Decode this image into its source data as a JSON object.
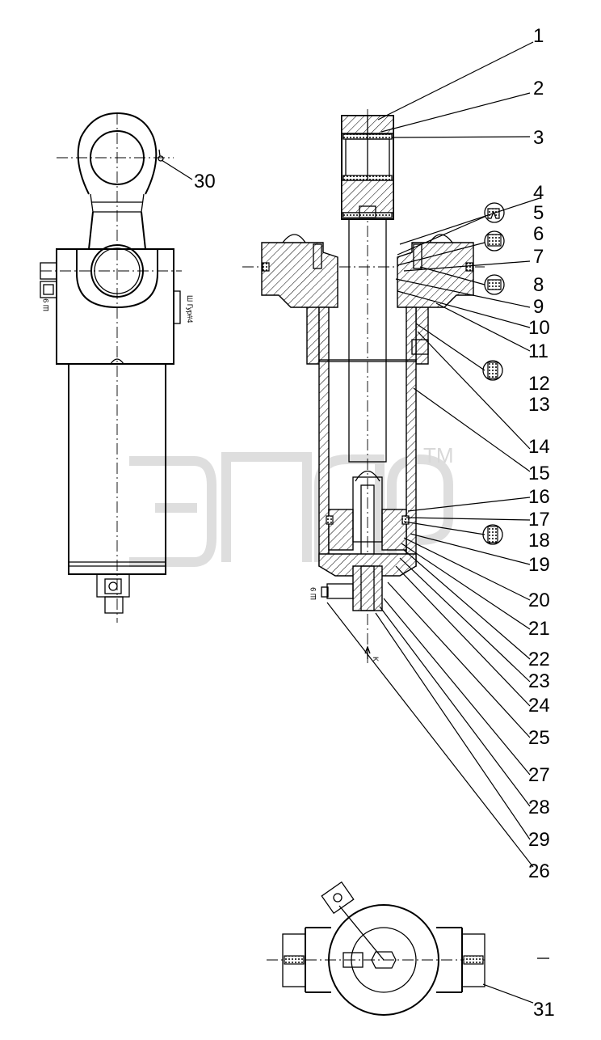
{
  "watermark": {
    "trademark": "TM"
  },
  "section_marker": "K",
  "labels": [
    {
      "num": "1"
    },
    {
      "num": "2"
    },
    {
      "num": "3"
    },
    {
      "num": "4"
    },
    {
      "num": "5"
    },
    {
      "num": "6"
    },
    {
      "num": "7"
    },
    {
      "num": "8"
    },
    {
      "num": "9"
    },
    {
      "num": "10"
    },
    {
      "num": "11"
    },
    {
      "num": "12"
    },
    {
      "num": "13"
    },
    {
      "num": "14"
    },
    {
      "num": "15"
    },
    {
      "num": "16"
    },
    {
      "num": "17"
    },
    {
      "num": "18"
    },
    {
      "num": "19"
    },
    {
      "num": "20"
    },
    {
      "num": "21"
    },
    {
      "num": "22"
    },
    {
      "num": "23"
    },
    {
      "num": "24"
    },
    {
      "num": "25"
    },
    {
      "num": "27"
    },
    {
      "num": "28"
    },
    {
      "num": "29"
    },
    {
      "num": "26"
    },
    {
      "num": "30"
    },
    {
      "num": "31"
    }
  ]
}
